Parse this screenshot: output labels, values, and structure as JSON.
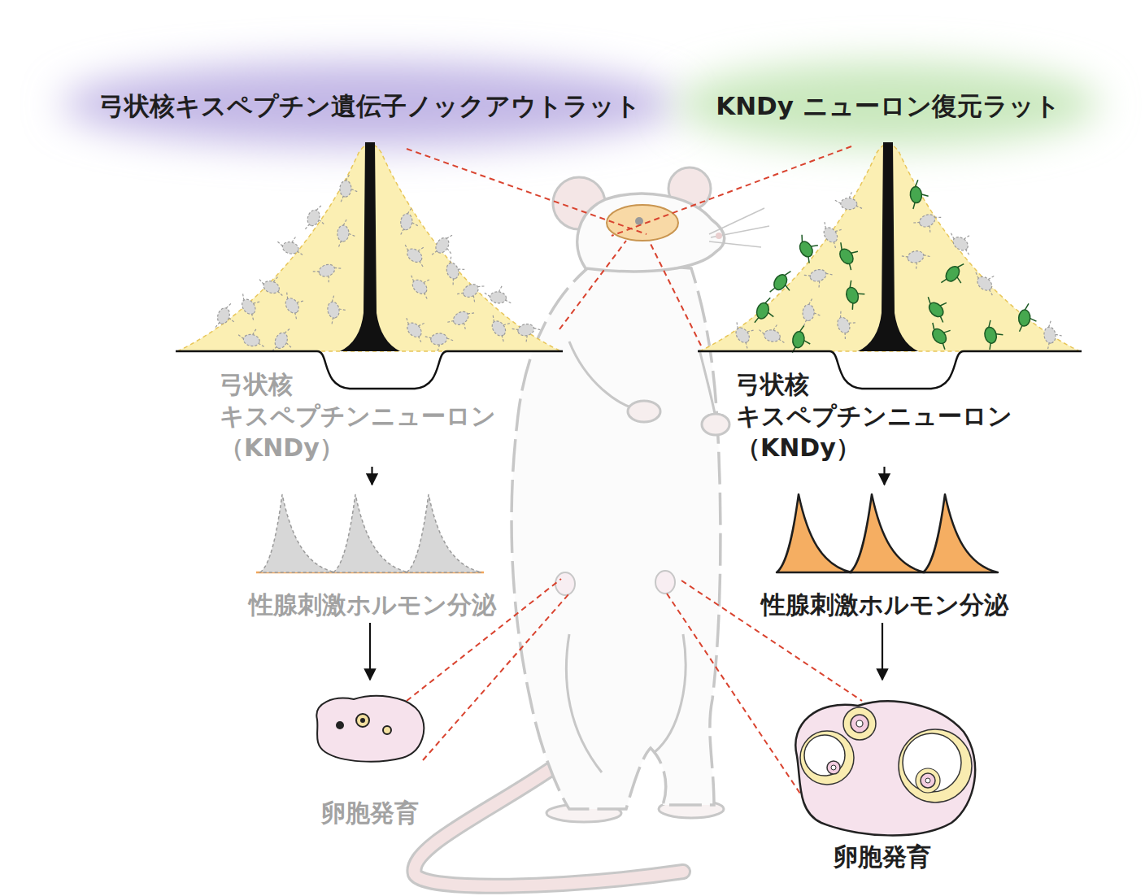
{
  "diagram": {
    "nodes": [
      {
        "text": [
          "弓状核キスペプチン遺伝子ノックアウトラット"
        ]
      },
      {
        "text": [
          "弓状核 キスペプチンニューロン （KNDy）"
        ]
      },
      {
        "text": [
          "性腺刺激ホルモン分泌"
        ]
      },
      {
        "text": [
          "卵胞発育"
        ]
      },
      {
        "text": [
          "KNDy ニューロン復元ラット"
        ]
      },
      {
        "text": [
          "弓状核 キスペプチンニューロン （KNDy）"
        ]
      },
      {
        "text": [
          "性腺刺激ホルモン分泌"
        ]
      },
      {
        "text": [
          "卵胞発育"
        ]
      }
    ],
    "edges": [
      {
        "from": 1,
        "to": 2,
        "arrow": "to"
      },
      {
        "from": 2,
        "to": 3,
        "arrow": "to"
      },
      {
        "from": 5,
        "to": 6,
        "arrow": "to"
      },
      {
        "from": 6,
        "to": 7,
        "arrow": "to"
      }
    ]
  }
}
